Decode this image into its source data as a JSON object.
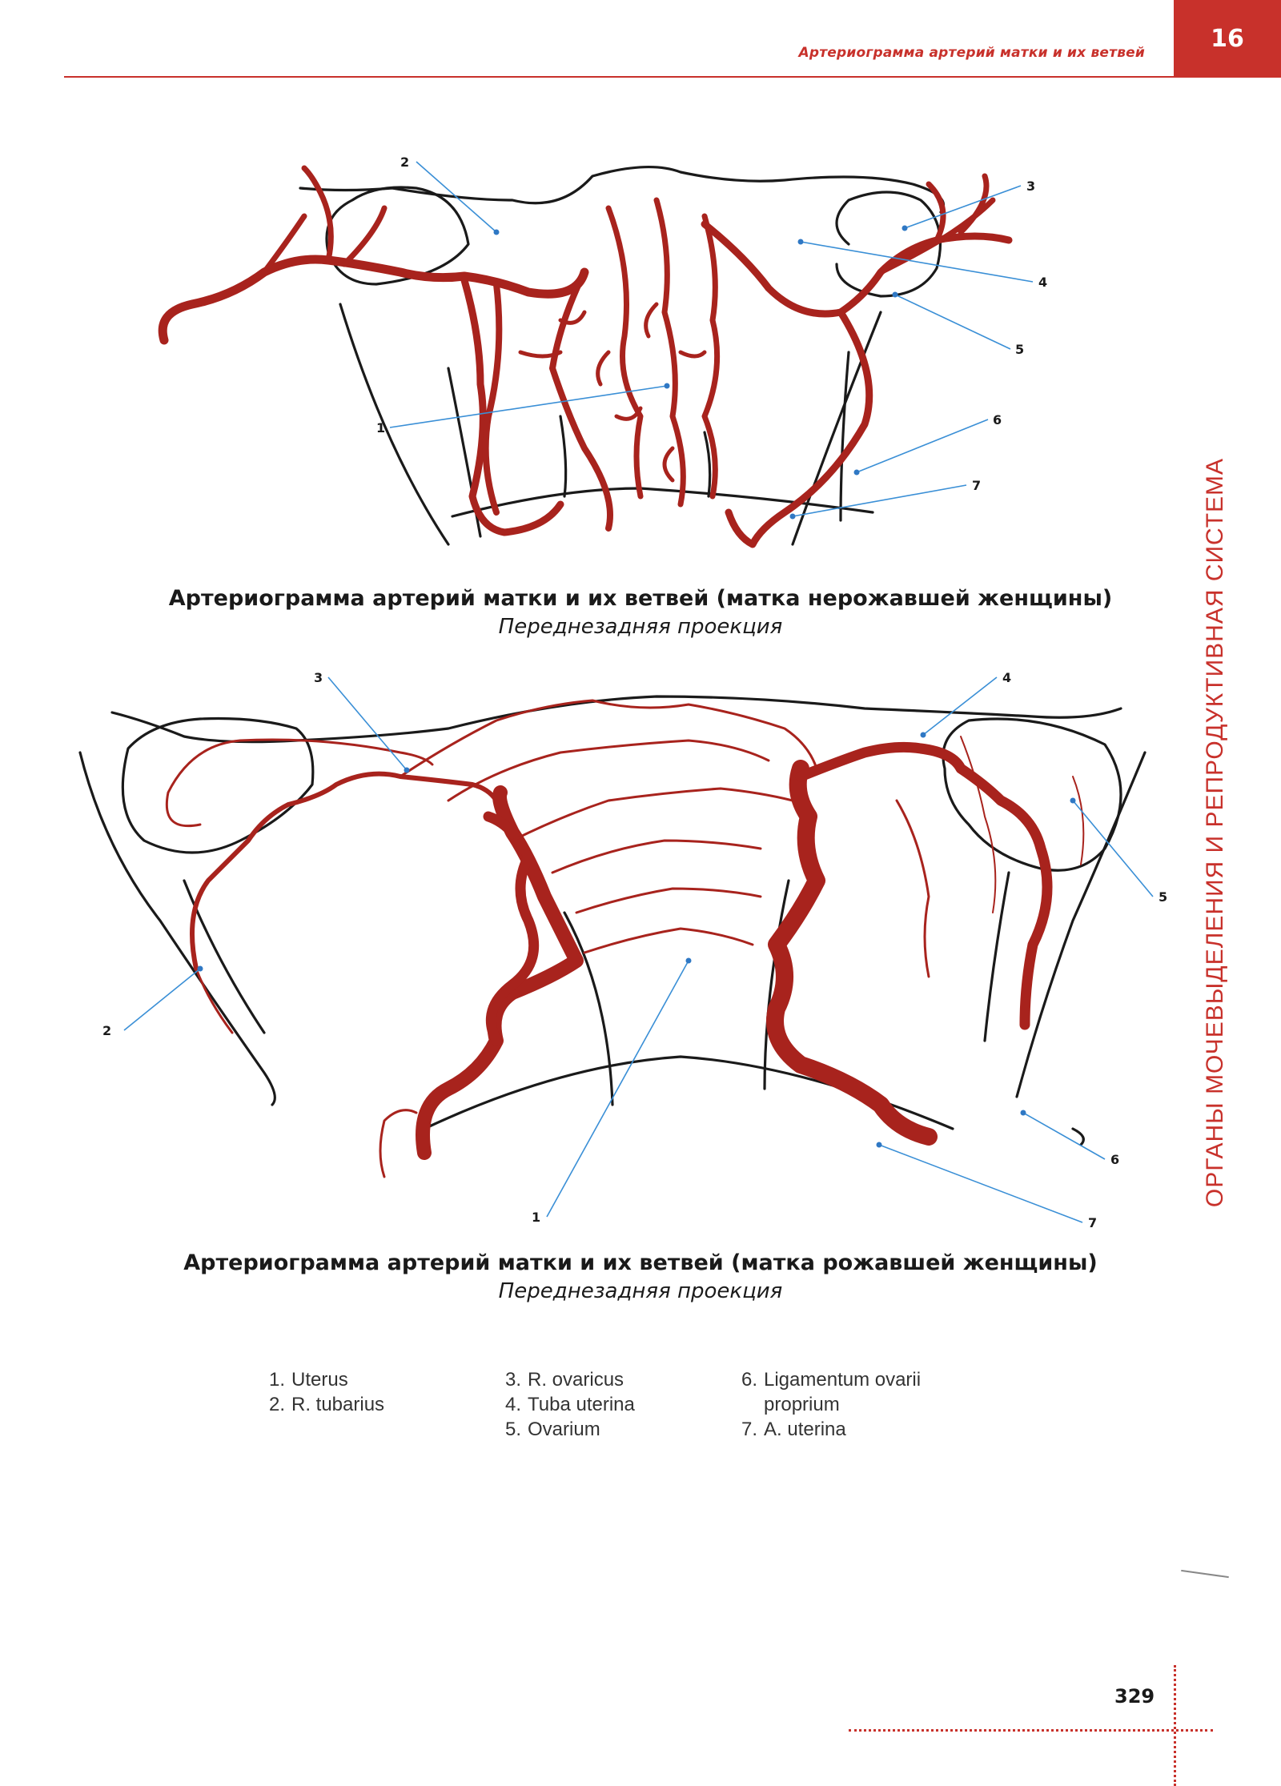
{
  "header": {
    "running_title": "Артериограмма артерий матки и их ветвей",
    "chapter_number": "16",
    "section_vertical": "ОРГАНЫ МОЧЕВЫДЕЛЕНИЯ И РЕПРОДУКТИВНАЯ СИСТЕМА"
  },
  "figure1": {
    "title": "Артериограмма артерий матки и их ветвей (матка нерожавшей женщины)",
    "subtitle": "Переднезадняя проекция",
    "callouts": [
      "1",
      "2",
      "3",
      "4",
      "5",
      "6",
      "7"
    ]
  },
  "figure2": {
    "title": "Артериограмма артерий матки и их ветвей (матка рожавшей женщины)",
    "subtitle": "Переднезадняя проекция",
    "callouts": [
      "1",
      "2",
      "3",
      "4",
      "5",
      "6",
      "7"
    ]
  },
  "legend": {
    "col1": [
      {
        "num": "1.",
        "text": "Uterus"
      },
      {
        "num": "2.",
        "text": "R. tubarius"
      }
    ],
    "col2": [
      {
        "num": "3.",
        "text": "R. ovaricus"
      },
      {
        "num": "4.",
        "text": "Tuba uterina"
      },
      {
        "num": "5.",
        "text": "Ovarium"
      }
    ],
    "col3": [
      {
        "num": "6.",
        "text": "Ligamentum ovarii proprium"
      },
      {
        "num": "7.",
        "text": "A. uterina"
      }
    ]
  },
  "footer": {
    "page_number": "329"
  },
  "colors": {
    "accent": "#c8312b",
    "artery": "#a8231d",
    "leader": "#3a8fd6"
  }
}
